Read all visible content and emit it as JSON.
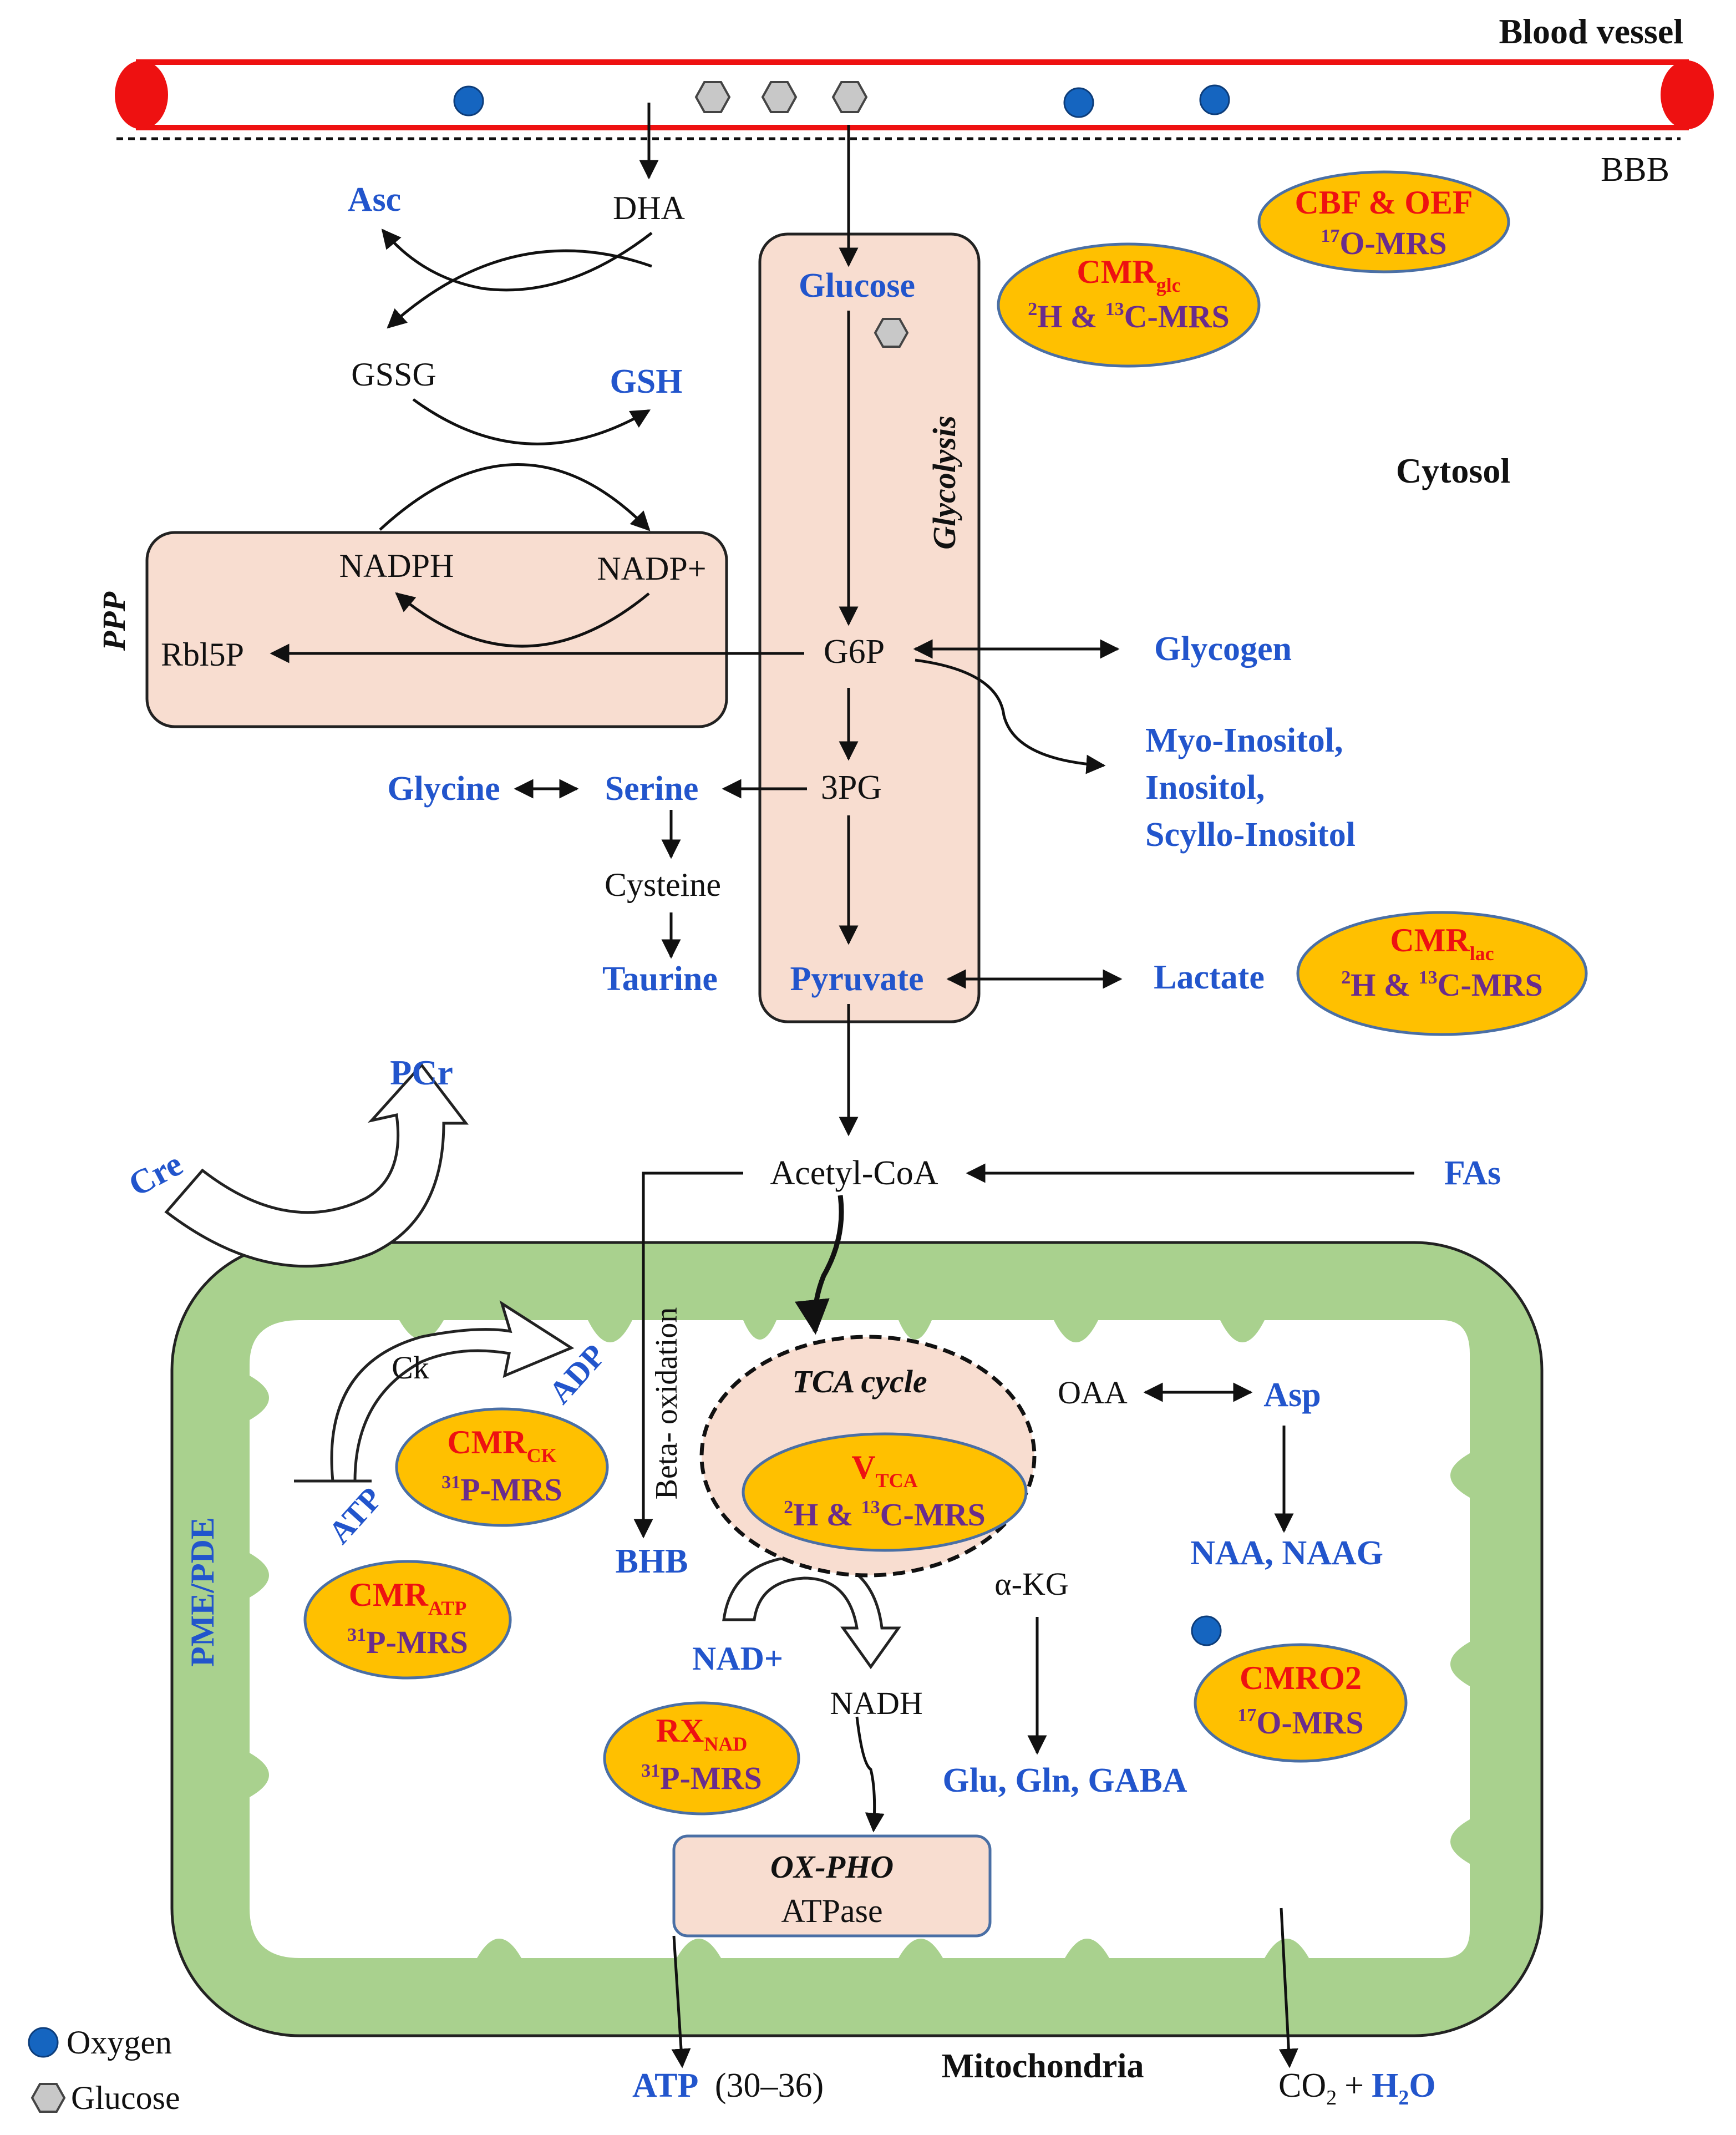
{
  "labels": {
    "blood_vessel": "Blood vessel",
    "bbb": "BBB",
    "cytosol": "Cytosol",
    "mitochondria": "Mitochondria",
    "glycolysis": "Glycolysis",
    "ppp": "PPP",
    "pme_pde": "PME/PDE",
    "beta_oxidation": "Beta- oxidation",
    "tca_cycle": "TCA cycle",
    "ox_pho": "OX-PHO",
    "atpase": "ATPase"
  },
  "metabolites": {
    "dha": "DHA",
    "asc": "Asc",
    "gssg": "GSSG",
    "gsh": "GSH",
    "nadph": "NADPH",
    "nadp_plus": "NADP+",
    "rbl5p": "Rbl5P",
    "glucose": "Glucose",
    "g6p": "G6P",
    "glycogen": "Glycogen",
    "inositol_1": "Myo-Inositol,",
    "inositol_2": "Inositol,",
    "inositol_3": "Scyllo-Inositol",
    "pg3": "3PG",
    "serine": "Serine",
    "glycine": "Glycine",
    "cysteine": "Cysteine",
    "taurine": "Taurine",
    "pyruvate": "Pyruvate",
    "lactate": "Lactate",
    "pcr": "PCr",
    "cre": "Cre",
    "acetyl_coa": "Acetyl-CoA",
    "fas": "FAs",
    "ck": "Ck",
    "adp": "ADP",
    "atp": "ATP",
    "oaa": "OAA",
    "asp": "Asp",
    "naa": "NAA, NAAG",
    "bhb": "BHB",
    "akg": "α-KG",
    "nad_plus": "NAD+",
    "nadh": "NADH",
    "glu_gln_gaba": "Glu, Gln, GABA",
    "atp_out": "ATP",
    "atp_count": "(30–36)",
    "co2": "CO",
    "co2_sub": "2",
    "plus": "+",
    "h2o": "H",
    "h2o_sub": "2",
    "h2o_o": "O"
  },
  "badges": {
    "cbf_oef": {
      "line1": "CBF & OEF",
      "iso": "17",
      "line2": "O-MRS"
    },
    "cmr_glc": {
      "main": "CMR",
      "sub": "glc",
      "iso_a": "2",
      "mid": "H & ",
      "iso_b": "13",
      "tail": "C-MRS"
    },
    "cmr_lac": {
      "main": "CMR",
      "sub": "lac",
      "iso_a": "2",
      "mid": "H & ",
      "iso_b": "13",
      "tail": "C-MRS"
    },
    "cmr_ck": {
      "main": "CMR",
      "sub": "CK",
      "iso": "31",
      "tail": "P-MRS"
    },
    "cmr_atp": {
      "main": "CMR",
      "sub": "ATP",
      "iso": "31",
      "tail": "P-MRS"
    },
    "v_tca": {
      "main": "V",
      "sub": "TCA",
      "iso_a": "2",
      "mid": "H & ",
      "iso_b": "13",
      "tail": "C-MRS"
    },
    "rx_nad": {
      "main": "RX",
      "sub": "NAD",
      "iso": "31",
      "tail": "P-MRS"
    },
    "cmro2": {
      "line1": "CMRO2",
      "iso": "17",
      "line2": "O-MRS"
    }
  },
  "legend": {
    "oxygen": "Oxygen",
    "glucose": "Glucose"
  },
  "colors": {
    "vessel_red": "#ee1111",
    "oxygen_blue": "#1565c0",
    "glucose_gray": "#c8c8c8",
    "box_peach": "#f8ddd0",
    "badge_orange": "#ffc000",
    "badge_border": "#4a6fa5",
    "mito_green": "#a9d18e",
    "label_blue": "#2255cc"
  }
}
